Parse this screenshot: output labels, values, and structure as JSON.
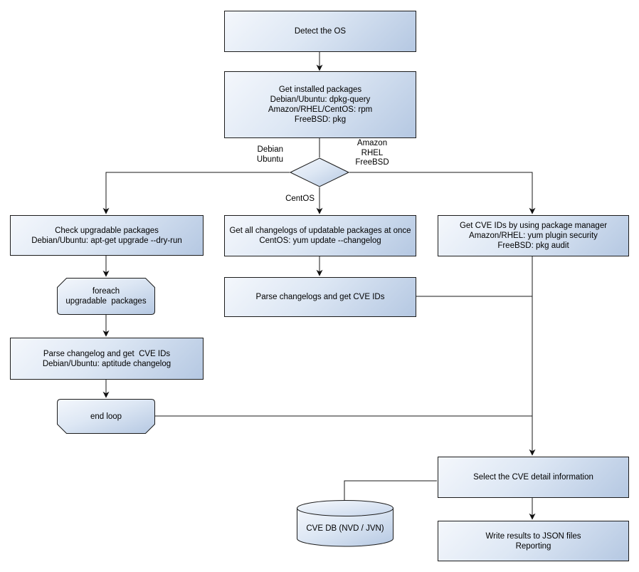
{
  "diagram": {
    "description": "Flowchart of OS detection, package/changelog scanning and CVE reporting",
    "colors": {
      "node_fill_light": "#f4f7fc",
      "node_fill_dark": "#b5c8e2",
      "node_border": "#1c1c1c",
      "connector": "#1a1a1a",
      "background": "#ffffff",
      "text": "#000000"
    },
    "nodes": {
      "detect_os": "Detect the OS",
      "get_installed": "Get installed packages\nDebian/Ubuntu: dpkg-query\nAmazon/RHEL/CentOS: rpm\nFreeBSD: pkg",
      "check_upgradable": "Check upgradable packages\nDebian/Ubuntu: apt-get upgrade --dry-run",
      "foreach": "foreach\nupgradable  packages",
      "parse_changelog_deb": "Parse changelog and get  CVE IDs\nDebian/Ubuntu: aptitude changelog",
      "end_loop": "end loop",
      "get_all_changelogs": "Get all changelogs of updatable packages at once\nCentOS: yum update --changelog",
      "parse_changelogs_centos": "Parse changelogs and get CVE IDs",
      "get_cve_ids_pkg_mgr": "Get CVE IDs by using package manager\nAmazon/RHEL: yum plugin security\nFreeBSD: pkg audit",
      "select_cve_detail": "Select the CVE detail information",
      "cve_db": "CVE DB (NVD / JVN)",
      "write_results": "Write results to JSON files\nReporting"
    },
    "edge_labels": {
      "debian_ubuntu": "Debian\nUbuntu",
      "amazon_rhel_freebsd": "Amazon\nRHEL\nFreeBSD",
      "centos": "CentOS"
    }
  }
}
